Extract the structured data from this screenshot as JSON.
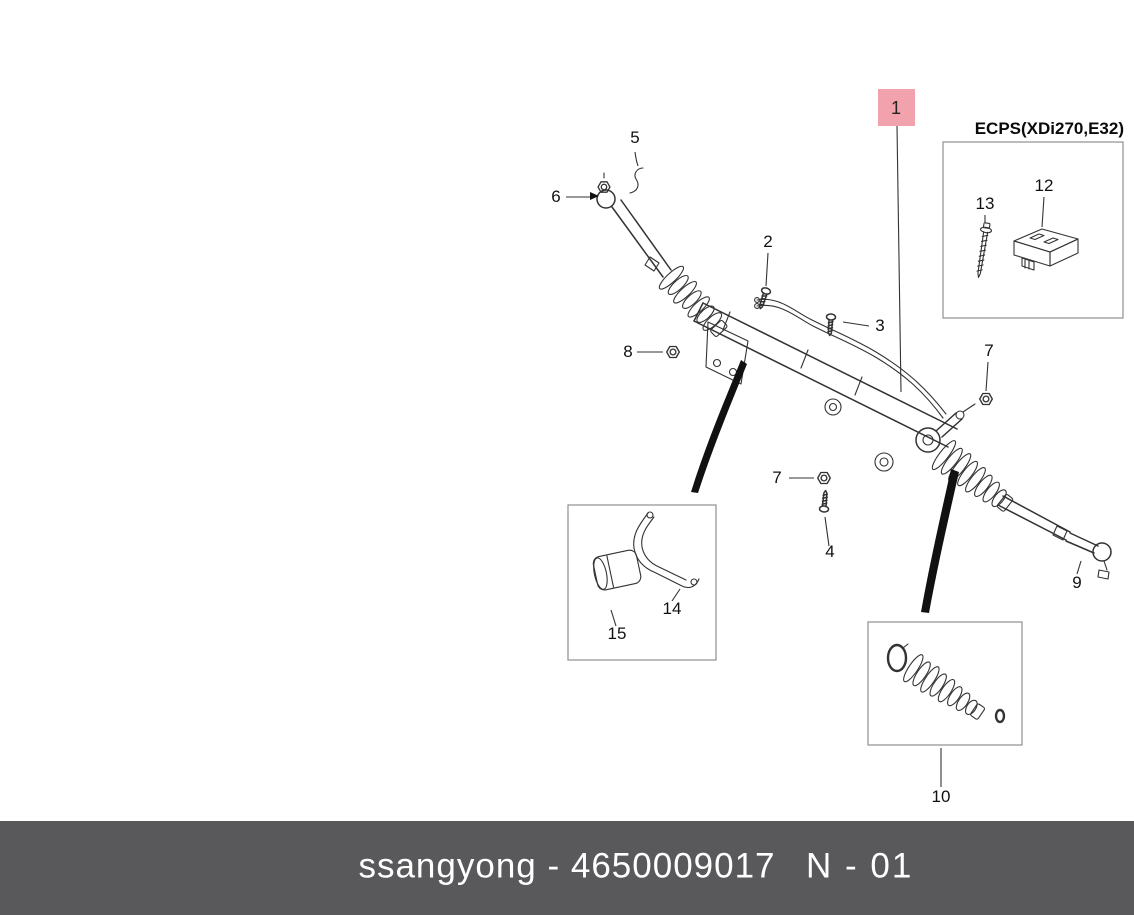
{
  "colors": {
    "highlight": "#f2a2ac",
    "footer_bg": "#59595b",
    "line": "#333333"
  },
  "insets": {
    "ecps_title": "ECPS(XDi270,E32)"
  },
  "callouts": {
    "n1": "1",
    "n2": "2",
    "n3": "3",
    "n4": "4",
    "n5": "5",
    "n6": "6",
    "n7a": "7",
    "n7b": "7",
    "n8": "8",
    "n9": "9",
    "n10": "10",
    "n12": "12",
    "n13": "13",
    "n14": "14",
    "n15": "15"
  },
  "footer": {
    "brand_part": "ssangyong - 4650009017",
    "page_code": "N - 01"
  }
}
